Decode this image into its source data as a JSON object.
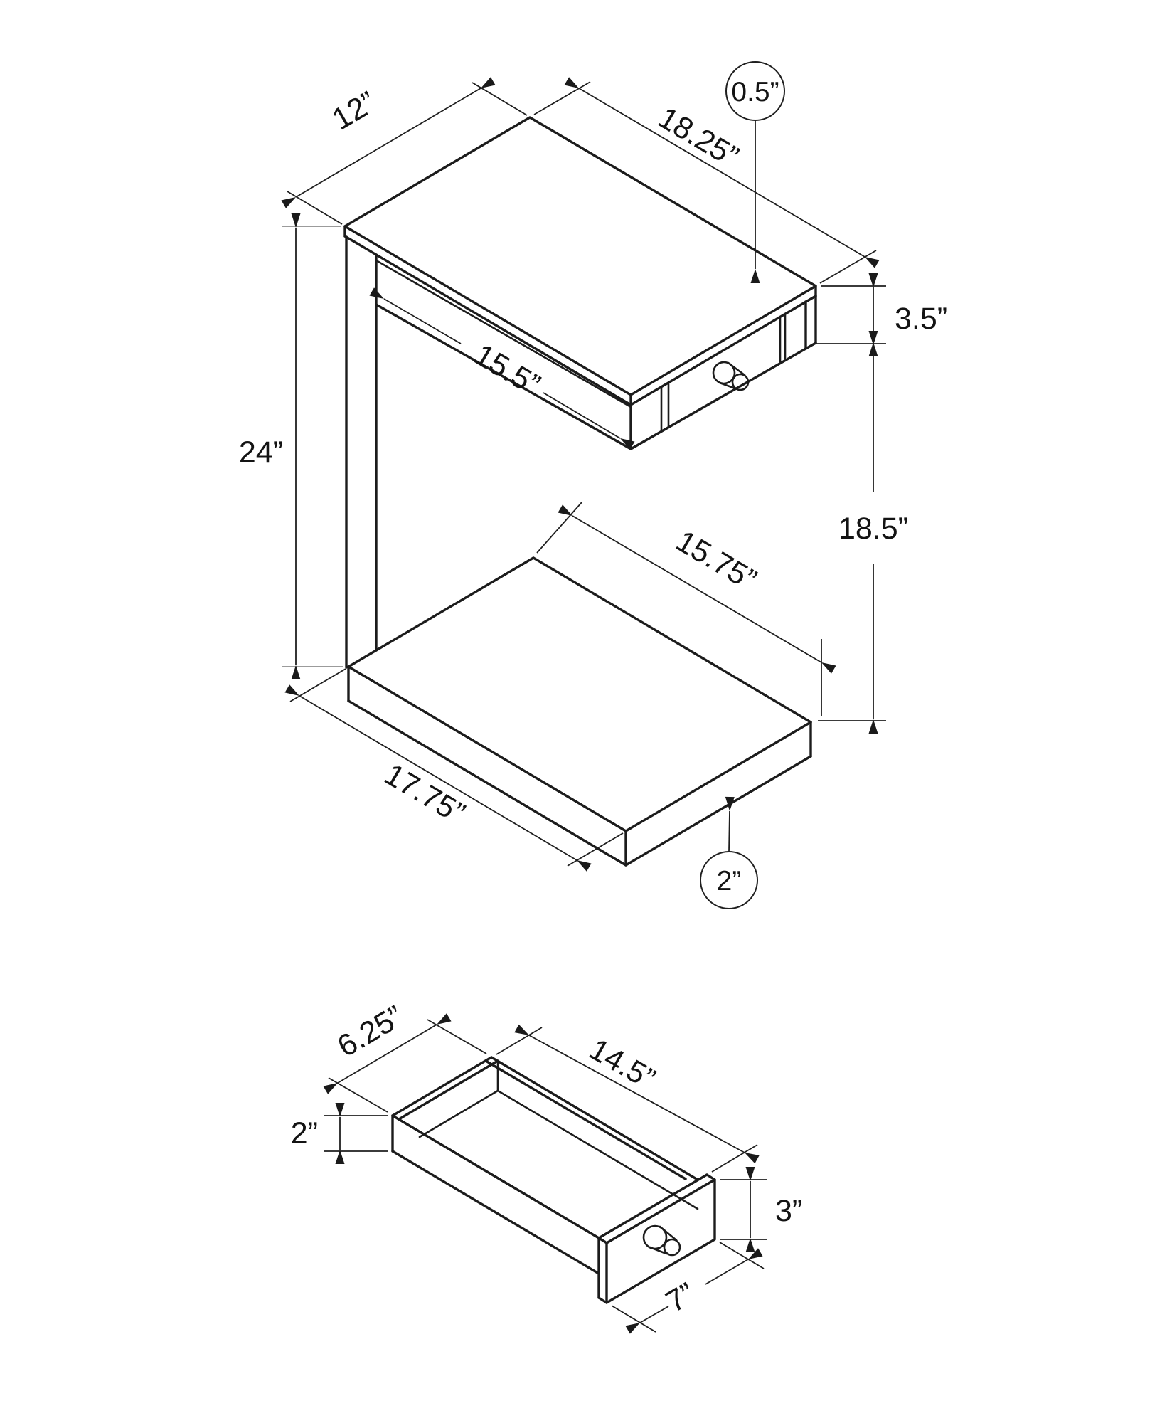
{
  "drawing": {
    "background": "#ffffff",
    "line_color": "#1c1c1c",
    "dimension_color": "#1f1f1f"
  },
  "table_view": {
    "top_width": "12”",
    "top_length": "18.25”",
    "top_thickness": "0.5”",
    "drawer_section_height": "3.5”",
    "drawer_opening_length": "15.5”",
    "overall_height": "24”",
    "clearance_height": "18.5”",
    "shelf_opening_length": "15.75”",
    "base_length": "17.75”",
    "base_thickness": "2”"
  },
  "drawer_view": {
    "box_width": "6.25”",
    "box_length": "14.5”",
    "box_depth": "2”",
    "front_height": "3”",
    "front_width": "7”"
  }
}
